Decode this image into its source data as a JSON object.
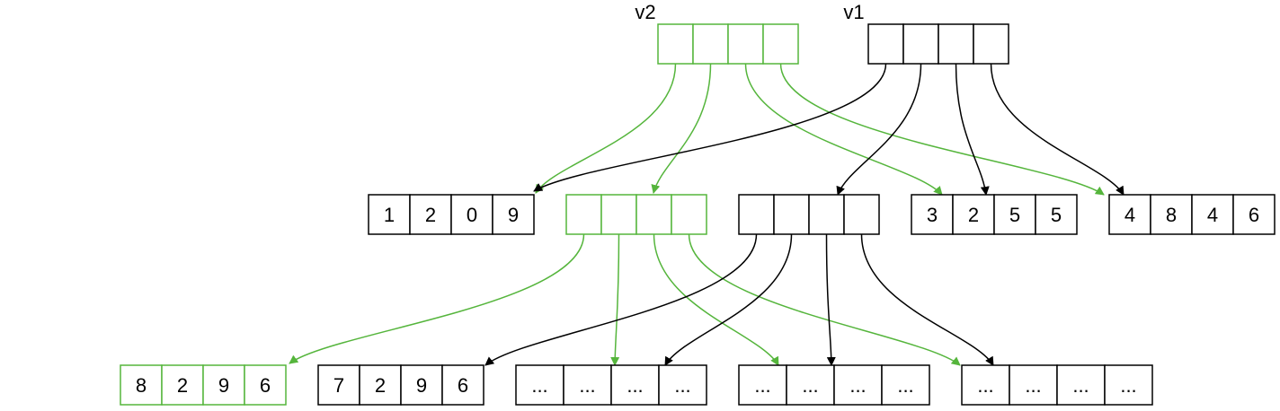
{
  "colors": {
    "green": "#55b53c",
    "black": "#000000",
    "background": "#ffffff"
  },
  "labels": {
    "v2": "v2",
    "v1": "v1"
  },
  "nodes": {
    "v2": [
      "",
      "",
      "",
      ""
    ],
    "v1": [
      "",
      "",
      "",
      ""
    ],
    "mid_1209": [
      "1",
      "2",
      "0",
      "9"
    ],
    "mid_green": [
      "",
      "",
      "",
      ""
    ],
    "mid_black": [
      "",
      "",
      "",
      ""
    ],
    "mid_3255": [
      "3",
      "2",
      "5",
      "5"
    ],
    "mid_4846": [
      "4",
      "8",
      "4",
      "6"
    ],
    "leaf_8296": [
      "8",
      "2",
      "9",
      "6"
    ],
    "leaf_7296": [
      "7",
      "2",
      "9",
      "6"
    ],
    "leaf_a": [
      "...",
      "...",
      "...",
      "..."
    ],
    "leaf_b": [
      "...",
      "...",
      "...",
      "..."
    ],
    "leaf_c": [
      "...",
      "...",
      "...",
      "..."
    ]
  },
  "node_colors": {
    "v2": "green",
    "v1": "black",
    "mid_1209": "black",
    "mid_green": "green",
    "mid_black": "black",
    "mid_3255": "black",
    "mid_4846": "black",
    "leaf_8296": "green",
    "leaf_7296": "black",
    "leaf_a": "black",
    "leaf_b": "black",
    "leaf_c": "black"
  },
  "edges": [
    {
      "from": "v2",
      "slot": 0,
      "to": "mid_1209",
      "color": "green"
    },
    {
      "from": "v2",
      "slot": 1,
      "to": "mid_green",
      "color": "green"
    },
    {
      "from": "v2",
      "slot": 2,
      "to": "mid_3255",
      "color": "green"
    },
    {
      "from": "v2",
      "slot": 3,
      "to": "mid_4846",
      "color": "green"
    },
    {
      "from": "v1",
      "slot": 0,
      "to": "mid_1209",
      "color": "black"
    },
    {
      "from": "v1",
      "slot": 1,
      "to": "mid_black",
      "color": "black"
    },
    {
      "from": "v1",
      "slot": 2,
      "to": "mid_3255",
      "color": "black"
    },
    {
      "from": "v1",
      "slot": 3,
      "to": "mid_4846",
      "color": "black"
    },
    {
      "from": "mid_green",
      "slot": 0,
      "to": "leaf_8296",
      "color": "green"
    },
    {
      "from": "mid_green",
      "slot": 1,
      "to": "leaf_a",
      "color": "green"
    },
    {
      "from": "mid_green",
      "slot": 2,
      "to": "leaf_b",
      "color": "green"
    },
    {
      "from": "mid_green",
      "slot": 3,
      "to": "leaf_c",
      "color": "green"
    },
    {
      "from": "mid_black",
      "slot": 0,
      "to": "leaf_7296",
      "color": "black"
    },
    {
      "from": "mid_black",
      "slot": 1,
      "to": "leaf_a",
      "color": "black"
    },
    {
      "from": "mid_black",
      "slot": 2,
      "to": "leaf_b",
      "color": "black"
    },
    {
      "from": "mid_black",
      "slot": 3,
      "to": "leaf_c",
      "color": "black"
    }
  ]
}
